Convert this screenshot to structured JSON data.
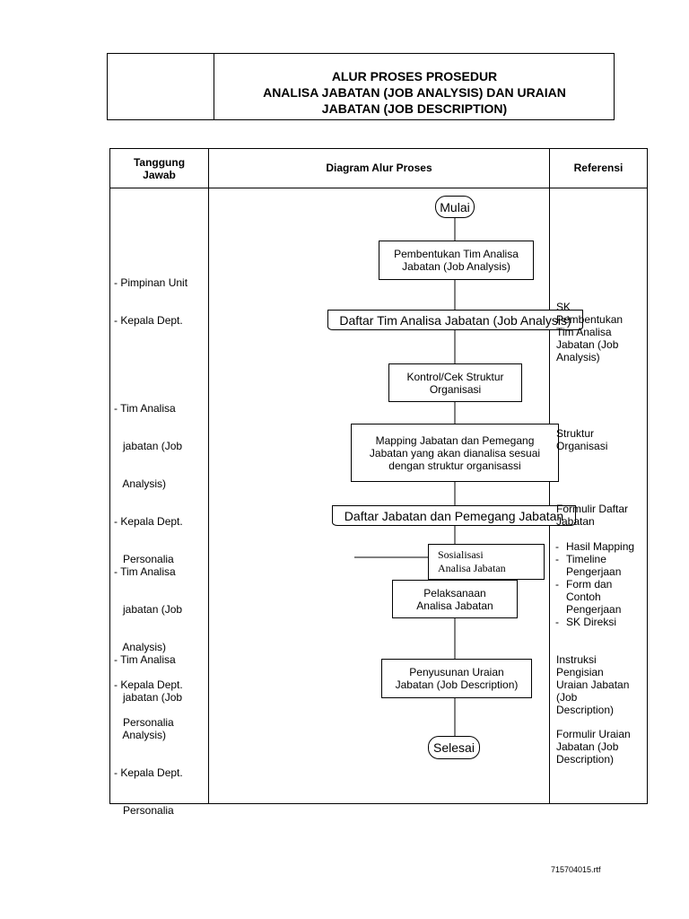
{
  "header": {
    "title_lines": [
      "ALUR PROSES PROSEDUR",
      "ANALISA JABATAN (JOB ANALYSIS) DAN  URAIAN",
      "JABATAN (JOB DESCRIPTION)"
    ]
  },
  "table": {
    "col_headers": {
      "responsible_line1": "Tanggung",
      "responsible_line2": "Jawab",
      "diagram": "Diagram Alur Proses",
      "reference": "Referensi"
    }
  },
  "responsible": [
    {
      "lines": [
        "- Pimpinan Unit",
        "- Kepala Dept."
      ]
    },
    {
      "lines": [
        "- Tim Analisa",
        "   jabatan (Job",
        "   Analysis)",
        "- Kepala Dept.",
        "   Personalia"
      ]
    },
    {
      "lines": [
        "- Tim Analisa",
        "   jabatan (Job",
        "   Analysis)",
        "- Kepala Dept.",
        "   Personalia"
      ]
    },
    {
      "lines": [
        "- Tim Analisa",
        "   jabatan (Job",
        "   Analysis)",
        "- Kepala Dept.",
        "   Personalia"
      ]
    }
  ],
  "flow": {
    "start": "Mulai",
    "step1": [
      "Pembentukan Tim Analisa",
      "Jabatan (Job Analysis)"
    ],
    "doc1": "Daftar Tim Analisa Jabatan (Job Analysis)",
    "step2": [
      "Kontrol/Cek Struktur",
      "Organisasi"
    ],
    "step3": [
      "Mapping Jabatan dan Pemegang",
      "Jabatan yang akan dianalisa sesuai",
      "dengan struktur organisassi"
    ],
    "doc2": "Daftar Jabatan dan Pemegang Jabatan",
    "step4_overlay": [
      "Sosialisasi",
      "Analisa Jabatan"
    ],
    "step5": [
      "Pelaksanaan",
      "Analisa Jabatan"
    ],
    "step6": [
      "Penyusunan Uraian",
      "Jabatan (Job Description)"
    ],
    "end": "Selesai"
  },
  "references": {
    "ref1": [
      "SK",
      "Pembentukan",
      "Tim Analisa",
      "Jabatan (Job",
      "Analysis)"
    ],
    "ref2": [
      "Struktur",
      "Organisasi"
    ],
    "ref3": [
      "Formulir Daftar",
      "Jabatan"
    ],
    "ref4_items": [
      [
        "Hasil Mapping"
      ],
      [
        "Timeline",
        "Pengerjaan"
      ],
      [
        "Form dan",
        "Contoh",
        "Pengerjaan"
      ],
      [
        "SK Direksi"
      ]
    ],
    "ref5": [
      "Instruksi",
      "Pengisian",
      "Uraian Jabatan",
      "(Job",
      "Description)"
    ],
    "ref6": [
      "Formulir Uraian",
      "Jabatan (Job",
      "Description)"
    ]
  },
  "footer": {
    "filename": "715704015.rtf"
  }
}
